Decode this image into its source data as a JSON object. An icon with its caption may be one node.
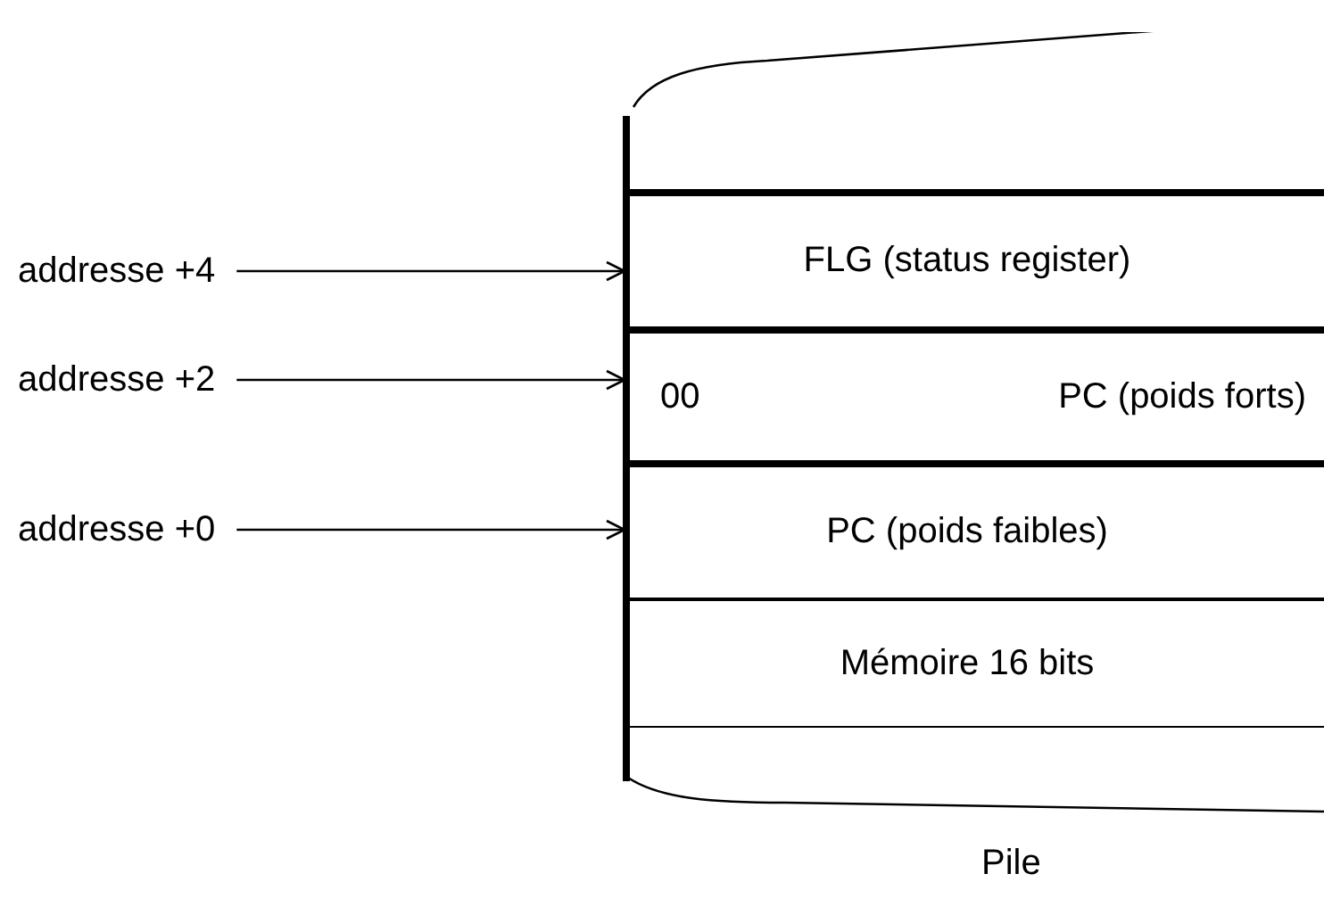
{
  "diagram": {
    "nodes": [
      {
        "text": [
          "addresse +4"
        ]
      },
      {
        "text": [
          "addresse +2"
        ]
      },
      {
        "text": [
          "addresse +0"
        ]
      },
      {
        "text": [
          "Pile"
        ]
      },
      {
        "text": [
          "FLG (status register)"
        ],
        "in": 3
      },
      {
        "text": [
          "00",
          "PC (poids forts)"
        ],
        "in": 3
      },
      {
        "text": [
          "PC (poids faibles)"
        ],
        "in": 3
      },
      {
        "text": [
          "Mémoire 16 bits"
        ],
        "in": 3
      }
    ],
    "edges": [
      {
        "from": 0,
        "to": 4,
        "arrow": "to"
      },
      {
        "from": 1,
        "to": 5,
        "arrow": "to"
      },
      {
        "from": 2,
        "to": 6,
        "arrow": "to"
      }
    ]
  }
}
